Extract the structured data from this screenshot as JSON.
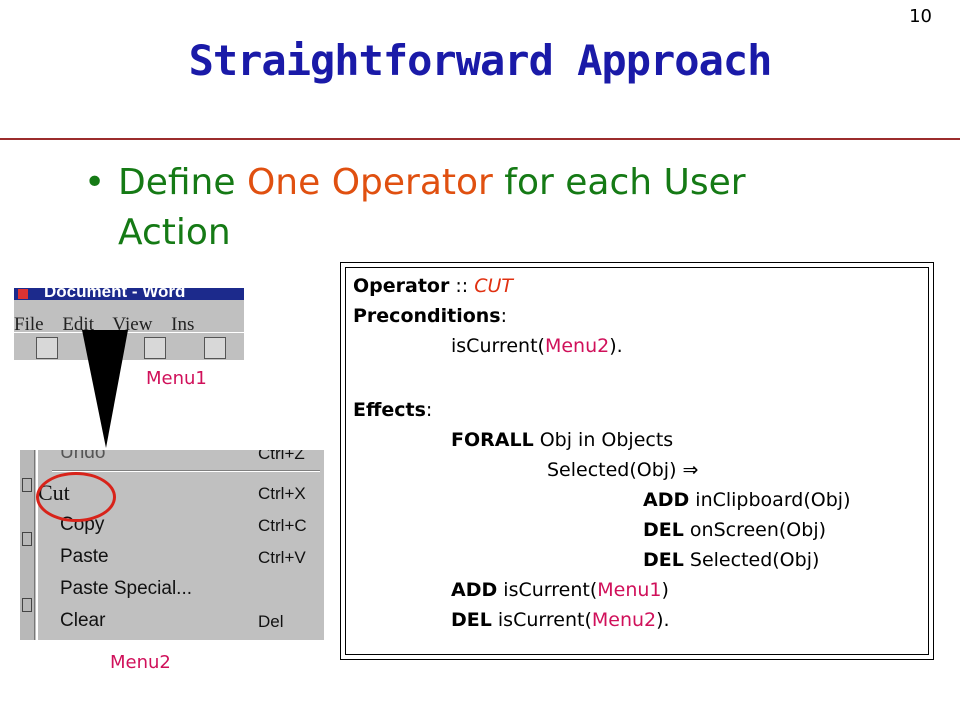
{
  "slide": {
    "number": "10",
    "title": "Straightforward Approach",
    "bullet": {
      "before": "Define ",
      "highlight": "One Operator",
      "after_line1": " for each User",
      "line2": "Action"
    }
  },
  "menu1": {
    "window_title": "Document - Word",
    "items": [
      "File",
      "Edit",
      "View",
      "Ins"
    ],
    "label": "Menu1"
  },
  "menu2": {
    "label": "Menu2",
    "entries": [
      {
        "label": "Undo",
        "shortcut": "Ctrl+Z"
      },
      {
        "label": "Cut",
        "shortcut": "Ctrl+X"
      },
      {
        "label": "Copy",
        "shortcut": "Ctrl+C"
      },
      {
        "label": "Paste",
        "shortcut": "Ctrl+V"
      },
      {
        "label": "Paste Special...",
        "shortcut": ""
      },
      {
        "label": "Clear",
        "shortcut": "Del"
      }
    ]
  },
  "operator": {
    "operator_kw": "Operator",
    "sep": " :: ",
    "name": "CUT",
    "preconditions_kw": "Preconditions",
    "colon": ":",
    "pre_fn": "isCurrent(",
    "pre_arg": "Menu2",
    "pre_end": ").",
    "effects_kw": "Effects",
    "forall_kw": "FORALL",
    "forall_rest": " Obj in Objects",
    "selected_cond": "Selected(Obj) ⇒",
    "add_kw": "ADD",
    "add1_rest": " inClipboard(Obj)",
    "del_kw": "DEL",
    "del1_rest": " onScreen(Obj)",
    "del2_rest": " Selected(Obj)",
    "add2_fn": " isCurrent(",
    "add2_arg": "Menu1",
    "add2_end": ")",
    "del3_fn": " isCurrent(",
    "del3_arg": "Menu2",
    "del3_end": ")."
  }
}
